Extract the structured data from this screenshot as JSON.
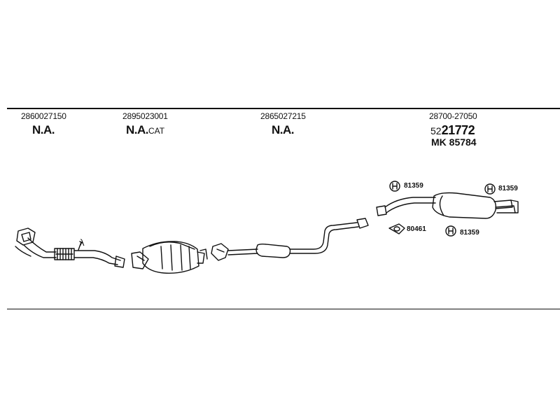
{
  "columns": [
    {
      "part_number": "2860027150",
      "status": "N.A.",
      "status_suffix": ""
    },
    {
      "part_number": "2895023001",
      "status": "N.A.",
      "status_suffix": "CAT"
    },
    {
      "part_number": "2865027215",
      "status": "N.A.",
      "status_suffix": ""
    },
    {
      "part_number": "28700-27050",
      "code_prefix": "52",
      "code_main": "21772",
      "mk_line": "MK  85784"
    }
  ],
  "sensor_symbol": "λ",
  "fittings": {
    "hanger_1": "81359",
    "hanger_2": "81359",
    "hanger_3": "81359",
    "gasket": "80461"
  }
}
